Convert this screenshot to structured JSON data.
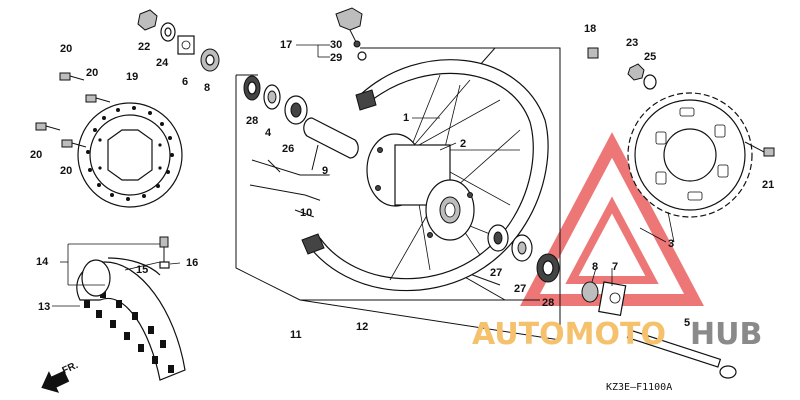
{
  "diagram": {
    "code": "KZ3E–F1100A",
    "front_marker": "FR.",
    "watermark": {
      "text_a": "AUTOMOTO",
      "text_b": "HUB",
      "color_a": "#f5c16c",
      "color_b": "#8a8a8a",
      "logo_color": "#e84a4a"
    },
    "callouts": {
      "c1": "1",
      "c2": "2",
      "c3": "3",
      "c4": "4",
      "c5": "5",
      "c6": "6",
      "c7": "7",
      "c8a": "8",
      "c8b": "8",
      "c9": "9",
      "c10": "10",
      "c11": "11",
      "c12": "12",
      "c13": "13",
      "c14": "14",
      "c15": "15",
      "c16": "16",
      "c17": "17",
      "c18": "18",
      "c19": "19",
      "c20a": "20",
      "c20b": "20",
      "c20c": "20",
      "c20d": "20",
      "c21": "21",
      "c22": "22",
      "c23": "23",
      "c24": "24",
      "c25": "25",
      "c26": "26",
      "c27a": "27",
      "c27b": "27",
      "c28a": "28",
      "c28b": "28",
      "c29": "29",
      "c30": "30"
    }
  }
}
